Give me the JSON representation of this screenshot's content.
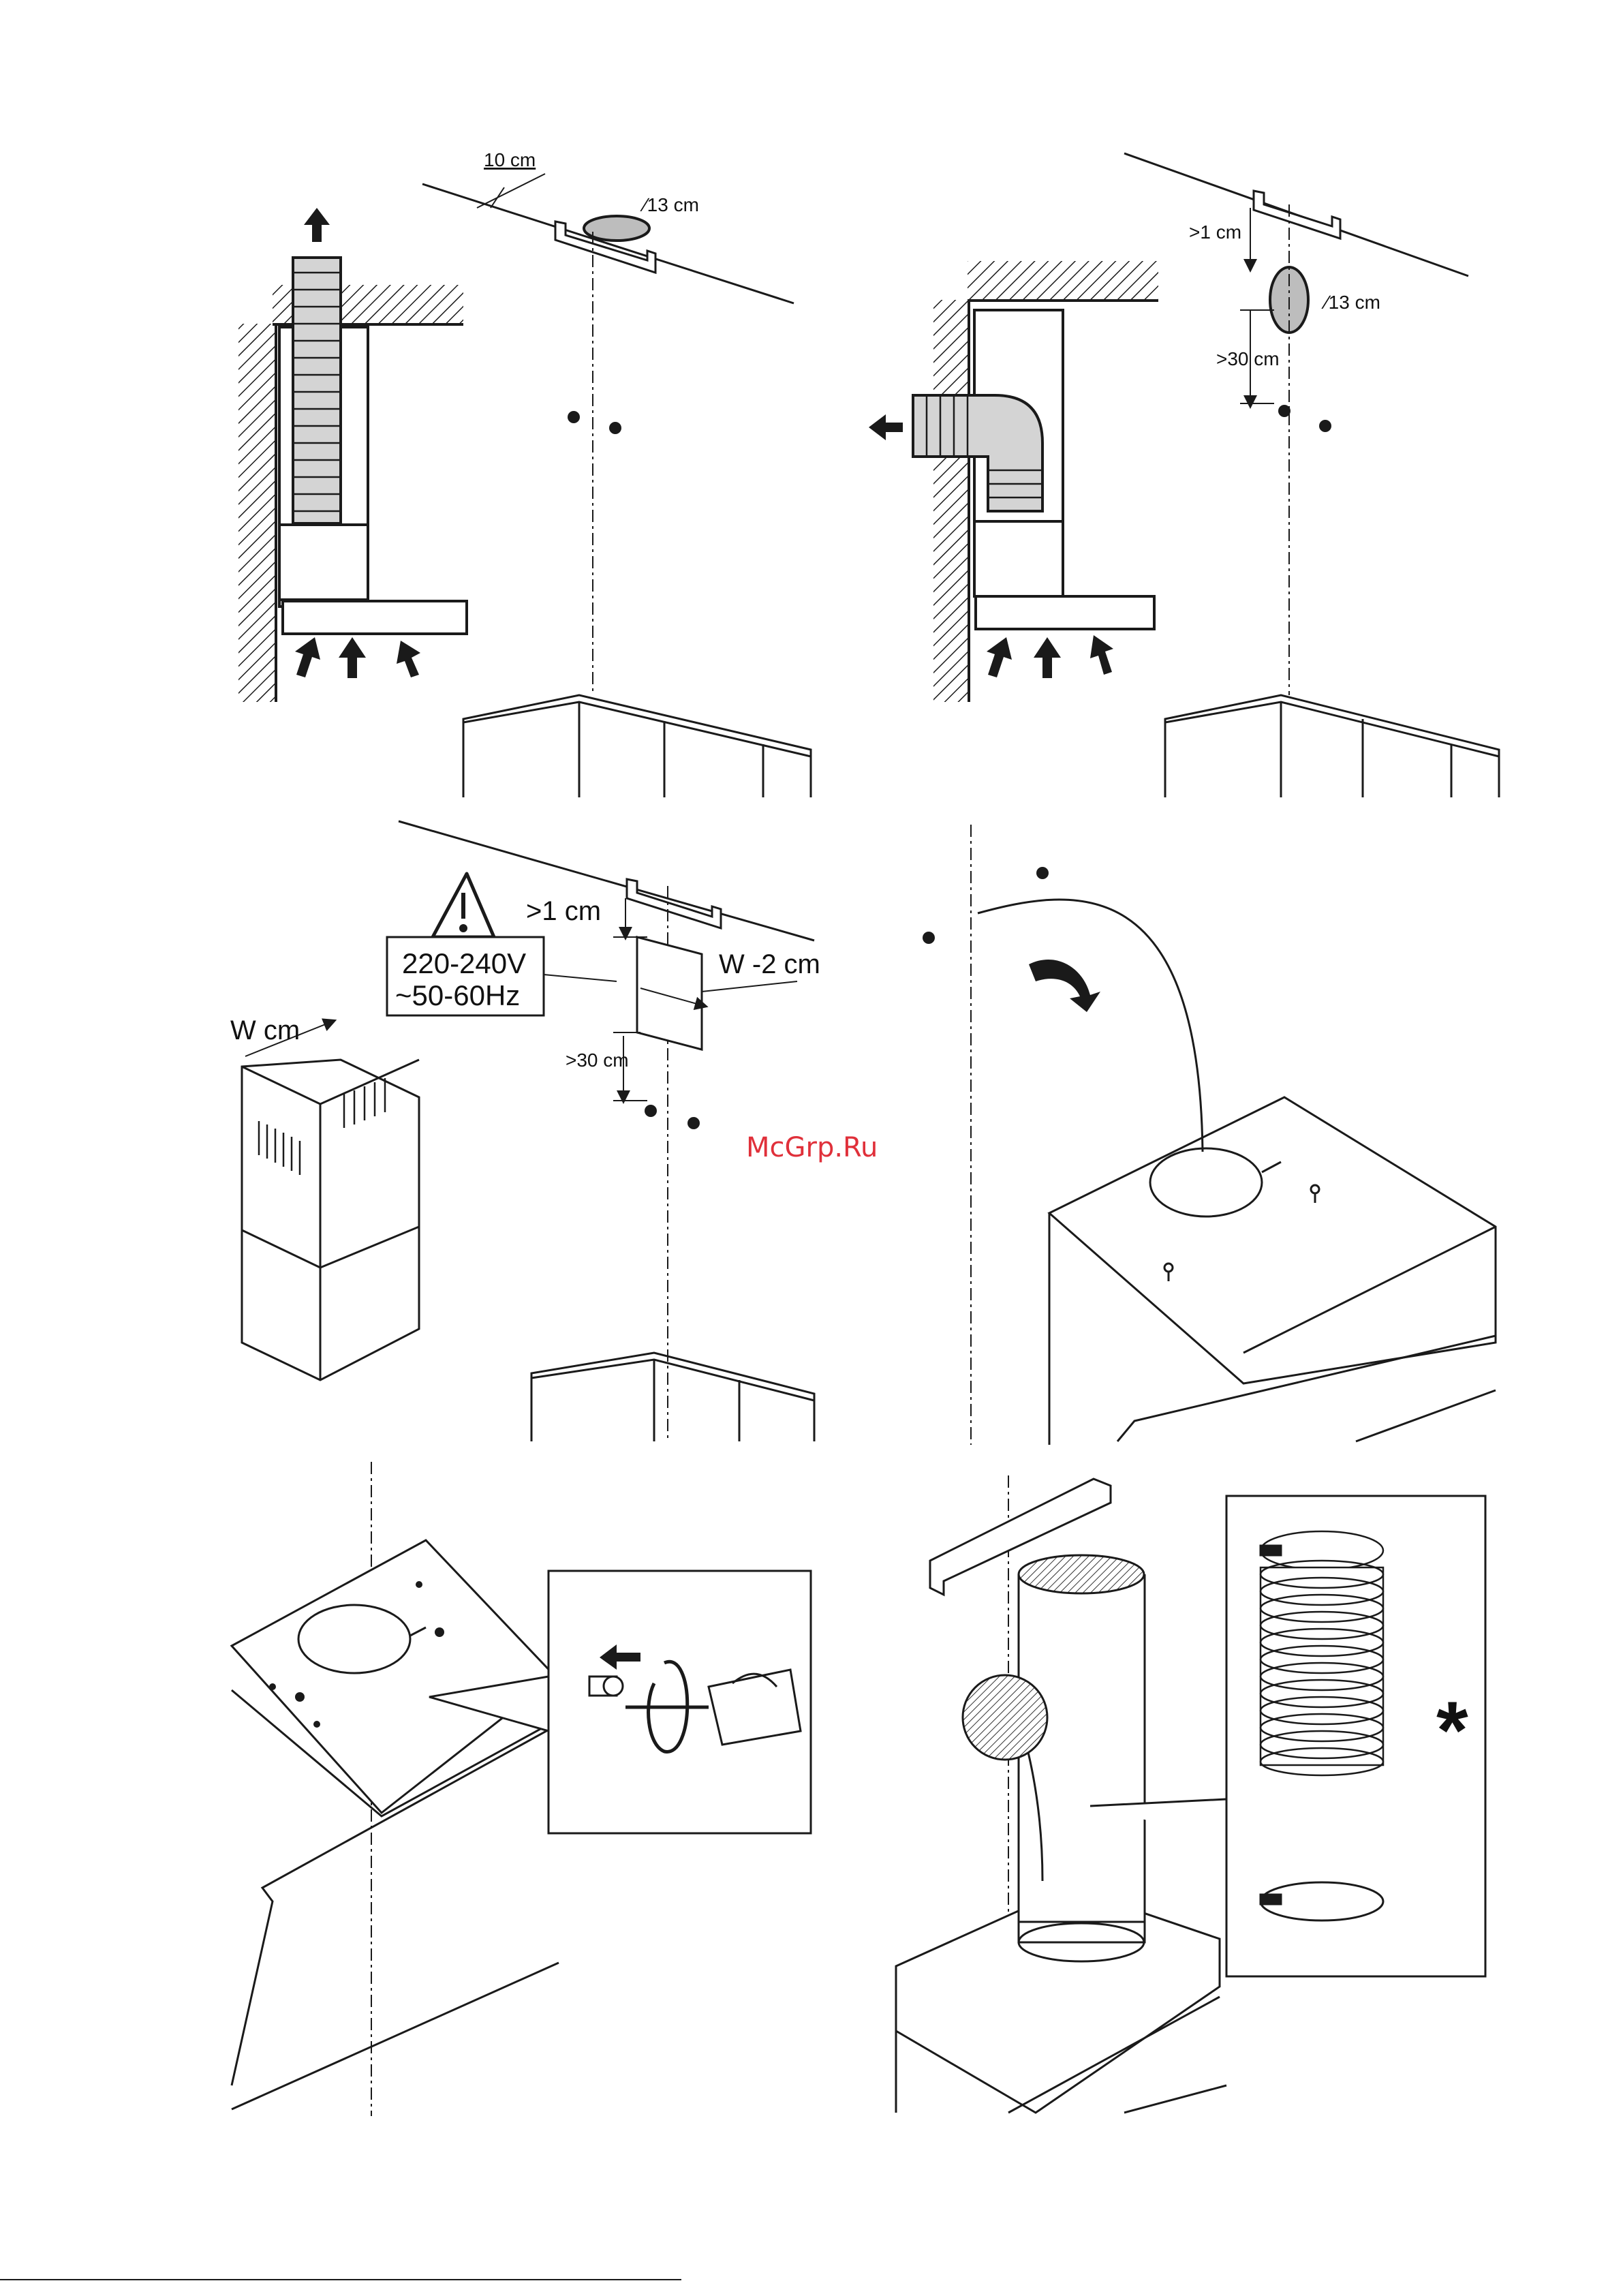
{
  "watermark": "McGrp.Ru",
  "panel1": {
    "offset_label": "10 cm",
    "diameter_label": "∕13 cm"
  },
  "panel2": {
    "gap_label": ">1 cm",
    "diameter_label": "∕13 cm",
    "distance_label": ">30 cm"
  },
  "panel3": {
    "gap_label": ">1 cm",
    "voltage_label": "220-240V",
    "frequency_label": "~50-60Hz",
    "width_reduction_label": "W -2 cm",
    "distance_label": ">30 cm",
    "chimney_width_label": "W cm"
  },
  "panel6": {
    "optional_mark": "*"
  },
  "colors": {
    "line": "#1a1a1a",
    "duct_fill": "#d4d4d4",
    "hole_fill": "#bdbdbd",
    "watermark": "#e0303a"
  }
}
